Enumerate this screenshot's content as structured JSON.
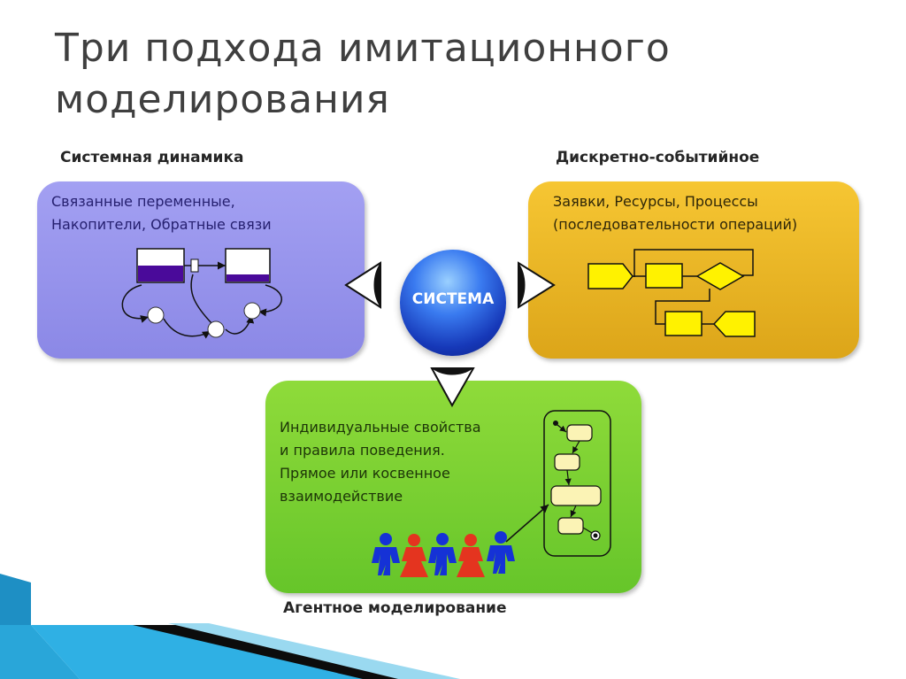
{
  "slide": {
    "title_line1": "Три подхода имитационного",
    "title_line2": "моделирования"
  },
  "system_dynamics": {
    "heading": "Системная динамика",
    "line1": "Связанные переменные,",
    "line2": "Накопители, Обратные связи",
    "color": "#8f8ce8"
  },
  "discrete_event": {
    "heading": "Дискретно-событийное",
    "line1": "Заявки, Ресурсы, Процессы",
    "line2": "(последовательности операций)",
    "color": "#f0b92a"
  },
  "agent_based": {
    "heading": "Агентное моделирование",
    "line1": "Индивидуальные свойства",
    "line2": "и правила поведения.",
    "line3": "Прямое или косвенное",
    "line4": "взаимодействие",
    "color": "#7cd236"
  },
  "center": {
    "label": "СИСТЕМА",
    "color": "#1f4fd8"
  },
  "icons": [
    "eye-icon",
    "stock-flow-icon",
    "process-flow-icon",
    "statechart-icon",
    "person-icon"
  ]
}
